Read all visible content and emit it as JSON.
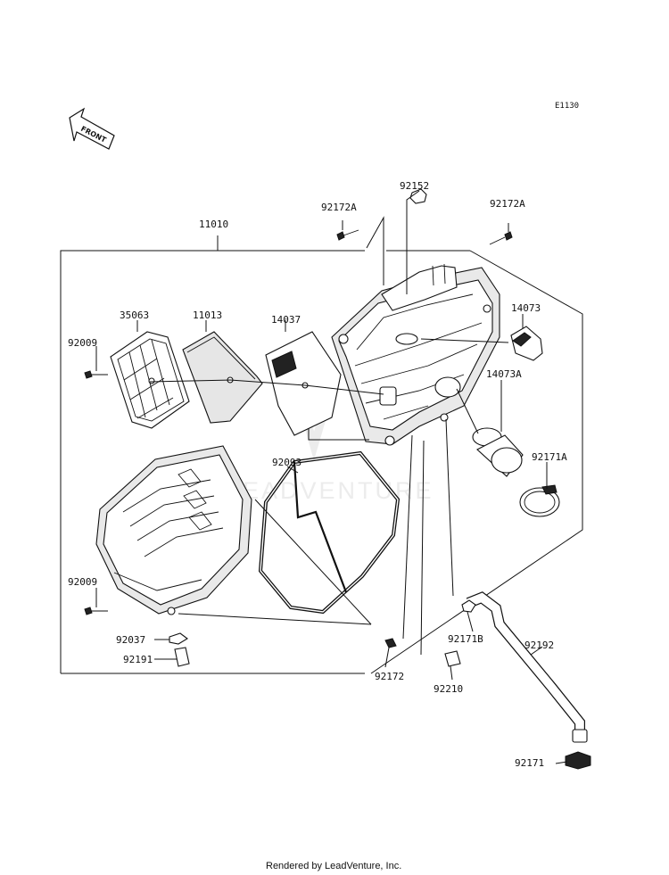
{
  "diagram": {
    "code": "E1130",
    "front_label": "FRONT",
    "watermark": "LEADVENTURE",
    "footer": "Rendered by LeadVenture, Inc.",
    "parts": {
      "p11010": "11010",
      "p92152": "92152",
      "p92172a_left": "92172A",
      "p92172a_right": "92172A",
      "p35063": "35063",
      "p11013": "11013",
      "p14037": "14037",
      "p14073": "14073",
      "p14073a": "14073A",
      "p92009_top": "92009",
      "p92093": "92093",
      "p92171a": "92171A",
      "p92009_bottom": "92009",
      "p92037": "92037",
      "p92191": "92191",
      "p92172": "92172",
      "p92210": "92210",
      "p92171b": "92171B",
      "p92192": "92192",
      "p92171": "92171"
    }
  }
}
